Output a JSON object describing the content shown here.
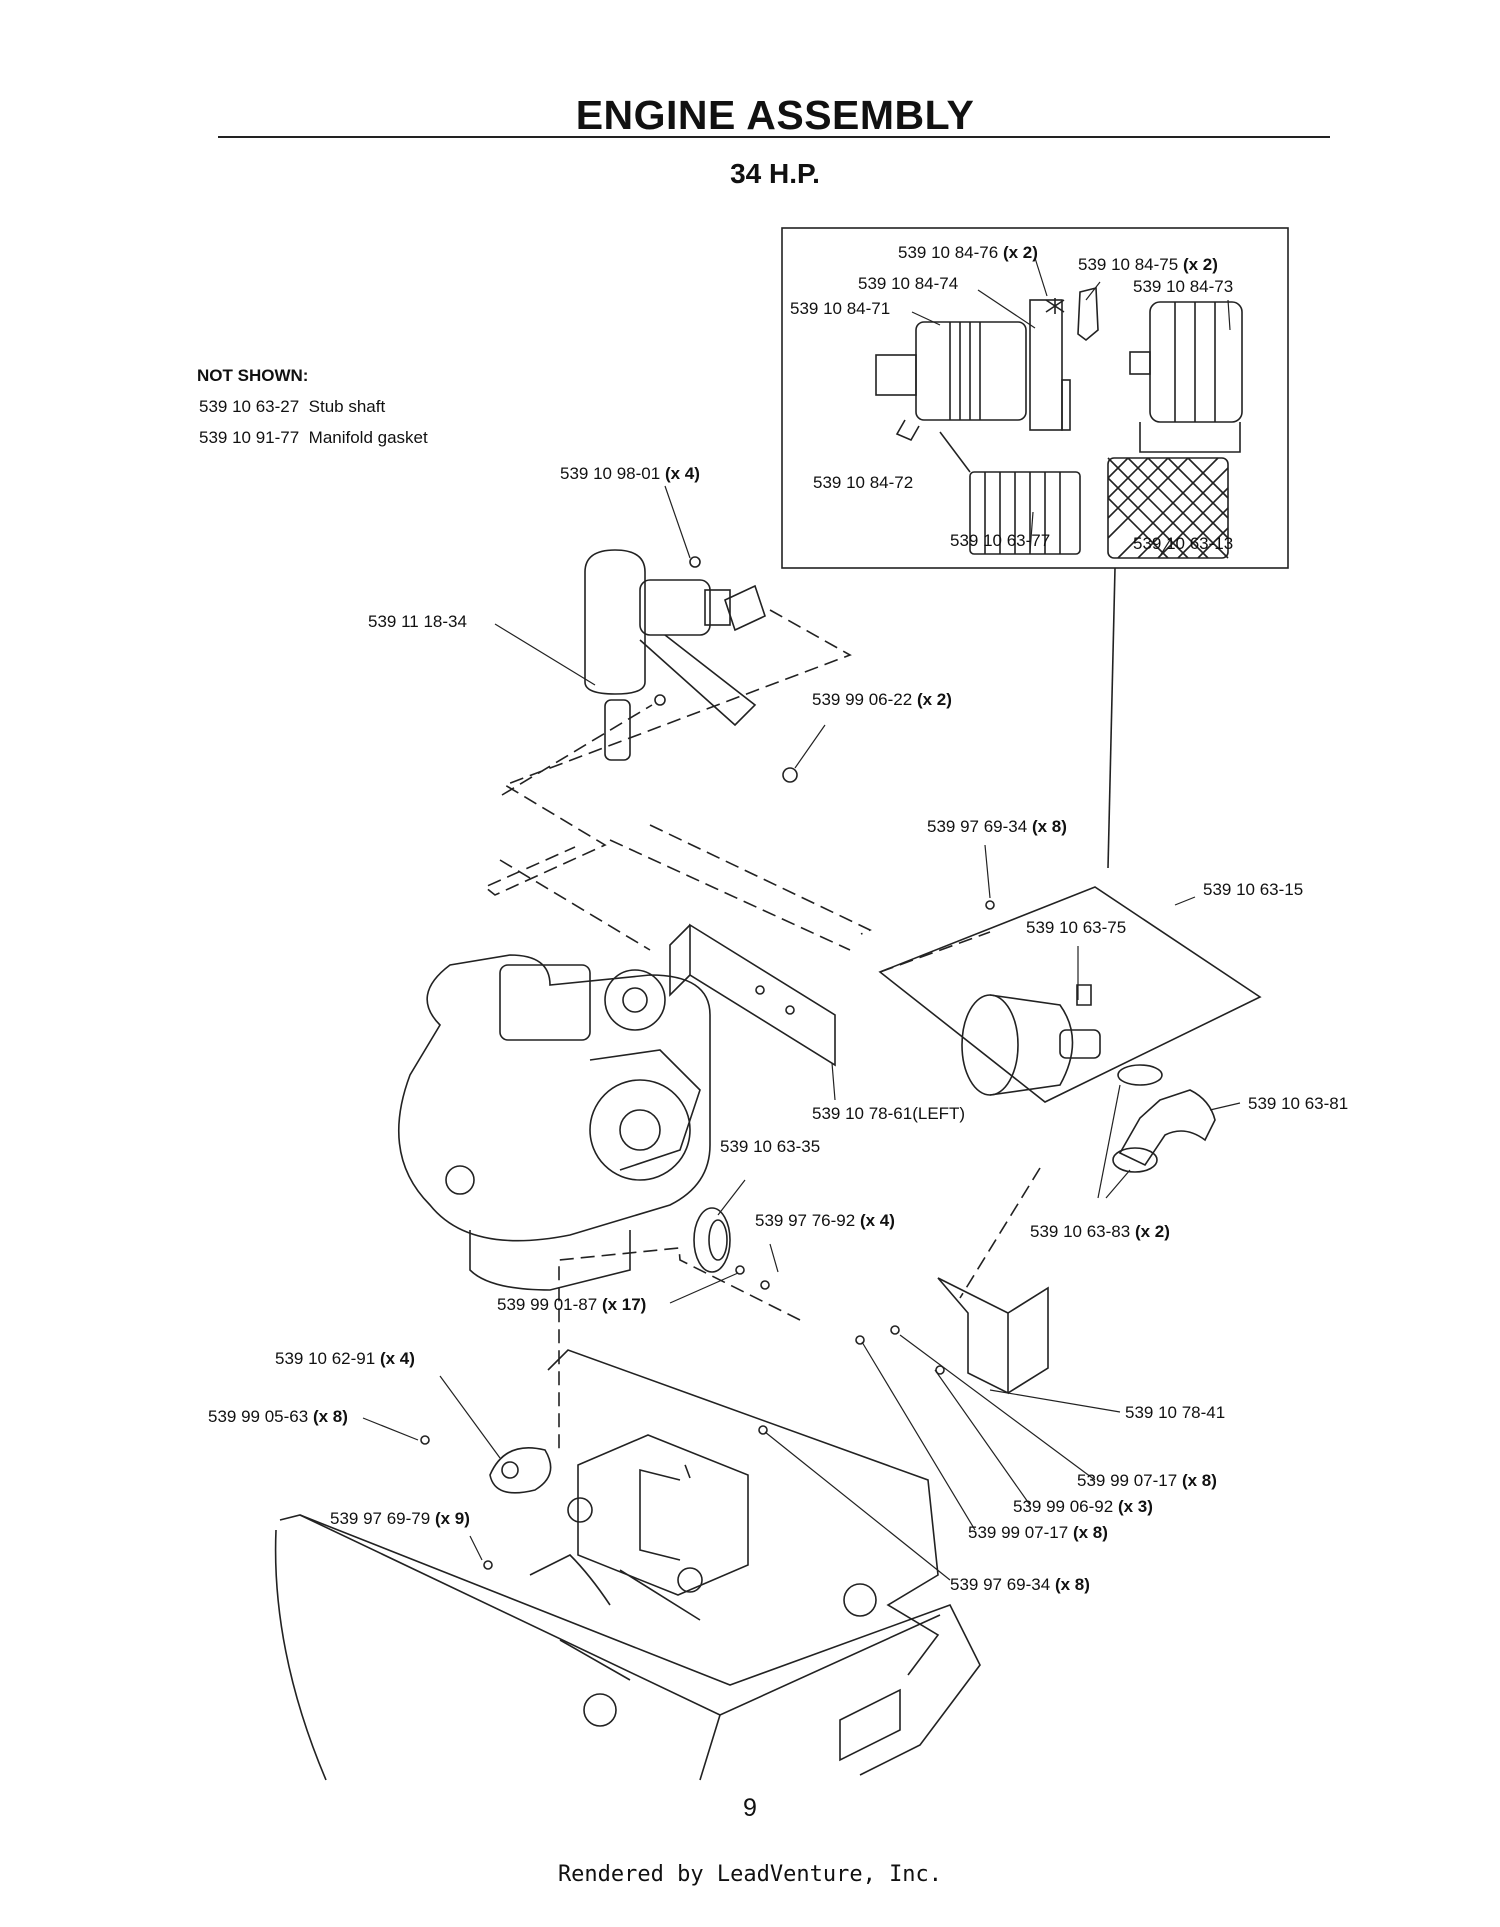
{
  "header": {
    "title": "ENGINE ASSEMBLY",
    "subtitle": "34 H.P."
  },
  "not_shown": {
    "heading": "NOT SHOWN:",
    "items": [
      {
        "part": "539 10 63-27",
        "desc": "Stub shaft"
      },
      {
        "part": "539 10 91-77",
        "desc": "Manifold gasket"
      }
    ]
  },
  "callouts": [
    {
      "part": "539 10 84-76",
      "qty": "(x 2)"
    },
    {
      "part": "539 10 84-75",
      "qty": "(x 2)"
    },
    {
      "part": "539 10 84-74",
      "qty": ""
    },
    {
      "part": "539 10 84-73",
      "qty": ""
    },
    {
      "part": "539 10 84-71",
      "qty": ""
    },
    {
      "part": "539 10 84-72",
      "qty": ""
    },
    {
      "part": "539 10 63-77",
      "qty": ""
    },
    {
      "part": "539 10 63-13",
      "qty": ""
    },
    {
      "part": "539 10 98-01",
      "qty": "(x 4)"
    },
    {
      "part": "539 11 18-34",
      "qty": ""
    },
    {
      "part": "539 99 06-22",
      "qty": "(x 2)"
    },
    {
      "part": "539 97 69-34",
      "qty": "(x 8)"
    },
    {
      "part": "539 10 63-15",
      "qty": ""
    },
    {
      "part": "539 10 63-75",
      "qty": ""
    },
    {
      "part": "539 10 78-61(LEFT)",
      "qty": ""
    },
    {
      "part": "539 10 63-81",
      "qty": ""
    },
    {
      "part": "539 10 63-35",
      "qty": ""
    },
    {
      "part": "539 97 76-92",
      "qty": "(x 4)"
    },
    {
      "part": "539 10 63-83",
      "qty": "(x 2)"
    },
    {
      "part": "539 99 01-87",
      "qty": "(x 17)"
    },
    {
      "part": "539 10 62-91",
      "qty": "(x 4)"
    },
    {
      "part": "539 10 78-41",
      "qty": ""
    },
    {
      "part": "539 99 05-63",
      "qty": "(x 8)"
    },
    {
      "part": "539 99 07-17",
      "qty": "(x 8)"
    },
    {
      "part": "539 99 06-92",
      "qty": "(x 3)"
    },
    {
      "part": "539 97 69-79",
      "qty": "(x 9)"
    },
    {
      "part": "539 99 07-17",
      "qty": "(x 8)"
    },
    {
      "part": "539 97 69-34",
      "qty": "(x 8)"
    }
  ],
  "page_number": "9",
  "footer": "Rendered by LeadVenture, Inc."
}
